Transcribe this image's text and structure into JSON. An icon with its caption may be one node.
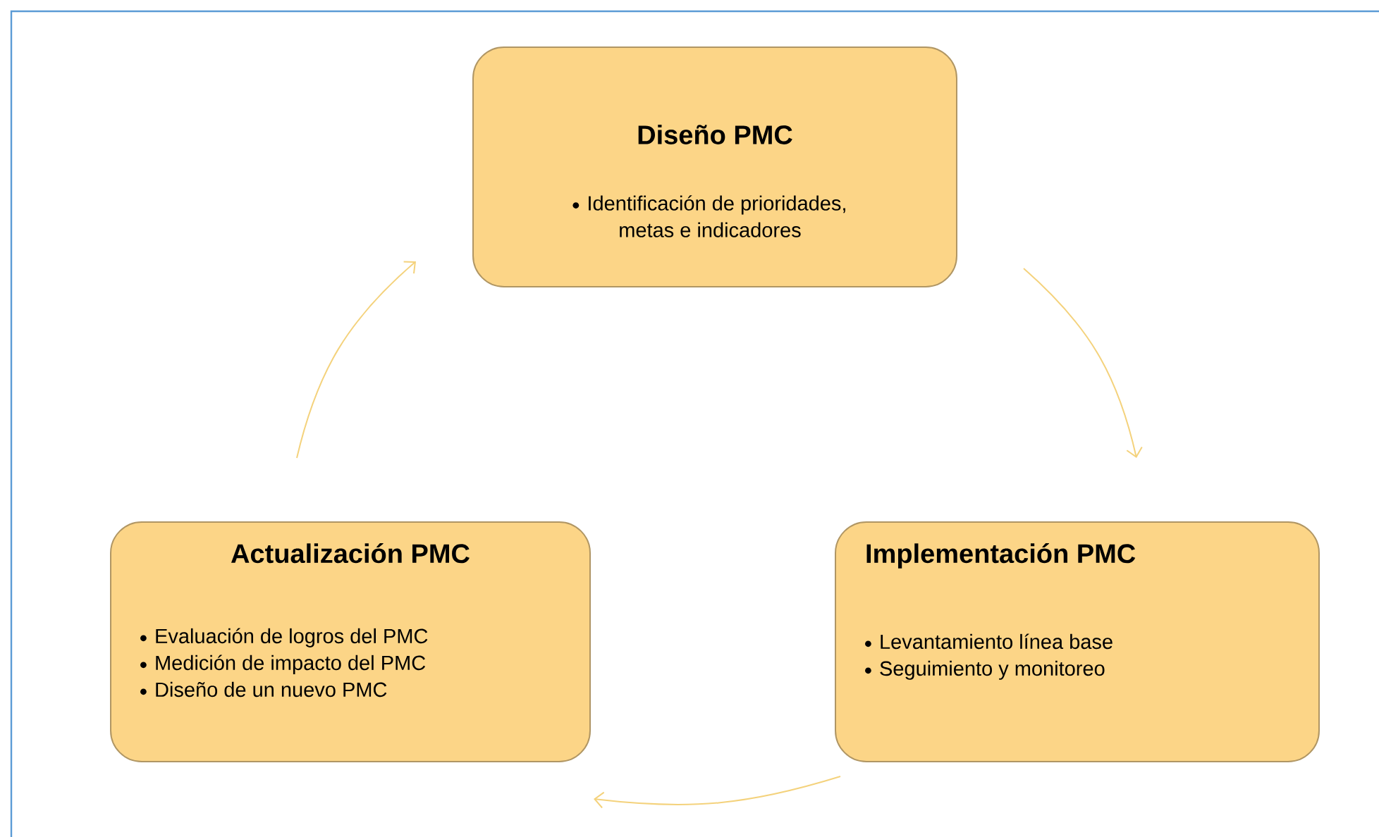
{
  "diagram": {
    "nodes": [
      {
        "text": [
          "Diseño PMC",
          "Identificación de prioridades, metas e indicadores"
        ]
      },
      {
        "text": [
          "Implementación PMC",
          "Levantamiento línea base",
          "Seguimiento y monitoreo"
        ]
      },
      {
        "text": [
          "Actualización PMC",
          "Evaluación de logros del PMC",
          "Medición de impacto del PMC",
          "Diseño de un nuevo PMC"
        ]
      }
    ],
    "edges": [
      {
        "from": 0,
        "to": 1,
        "arrow": "to"
      },
      {
        "from": 1,
        "to": 2,
        "arrow": "to"
      },
      {
        "from": 2,
        "to": 0,
        "arrow": "to"
      }
    ]
  }
}
